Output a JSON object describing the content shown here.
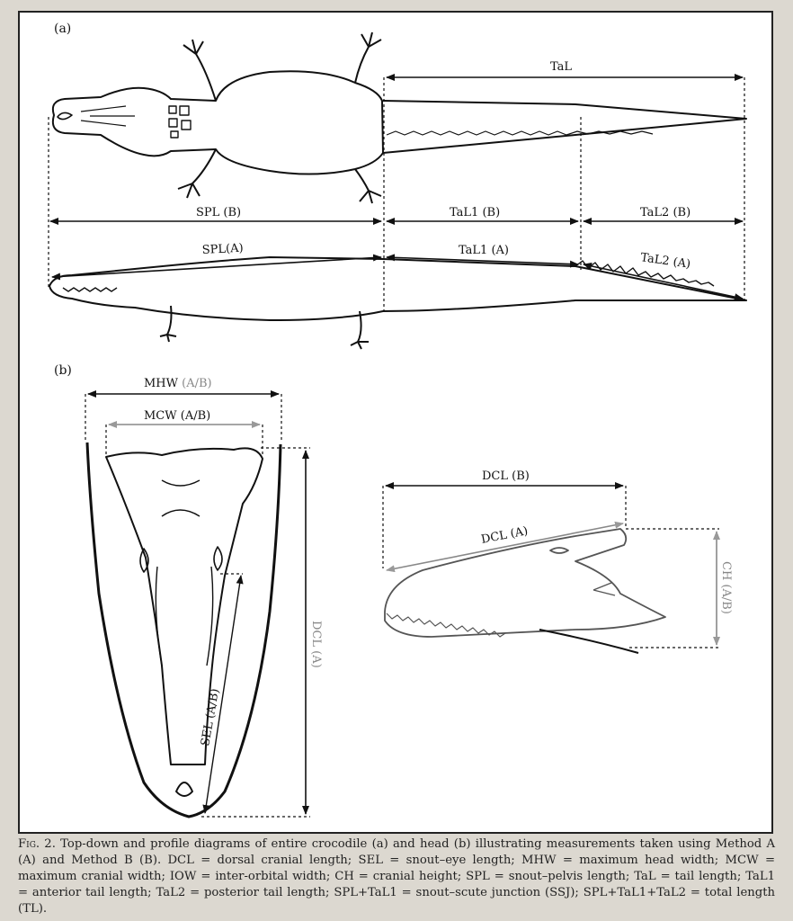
{
  "panels": {
    "a": "(a)",
    "b": "(b)"
  },
  "labels": {
    "tal": "TaL",
    "spl_b": "SPL (B)",
    "tal1_b": "TaL1 (B)",
    "tal2_b": "TaL2 (B)",
    "spl_a": "SPL(A)",
    "tal1_a": "TaL1 (A)",
    "tal2_a": "TaL2 (A)",
    "mhw_prefix": "MHW ",
    "mhw_suffix": "(A/B)",
    "mcw": "MCW (A/B)",
    "dcl_a_vertical": "DCL (A)",
    "sel": "SEL (A/B)",
    "dcl_b": "DCL (B)",
    "dcl_a": "DCL (A)",
    "ch": "CH (A/B)"
  },
  "caption": {
    "fig_label": "Fig. 2.",
    "text": " Top-down and profile diagrams of entire crocodile (a) and head (b) illustrating measurements taken using Method A (A) and Method B (B). DCL = dorsal cranial length; SEL = snout–eye length; MHW = maximum head width; MCW = maximum cranial width; IOW = inter-orbital width; CH = cranial height; SPL = snout–pelvis length; TaL = tail length; TaL1 = anterior tail length; TaL2 = posterior tail length; SPL+TaL1 = snout–scute junction (SSJ); SPL+TaL1+TaL2 = total length (TL)."
  }
}
